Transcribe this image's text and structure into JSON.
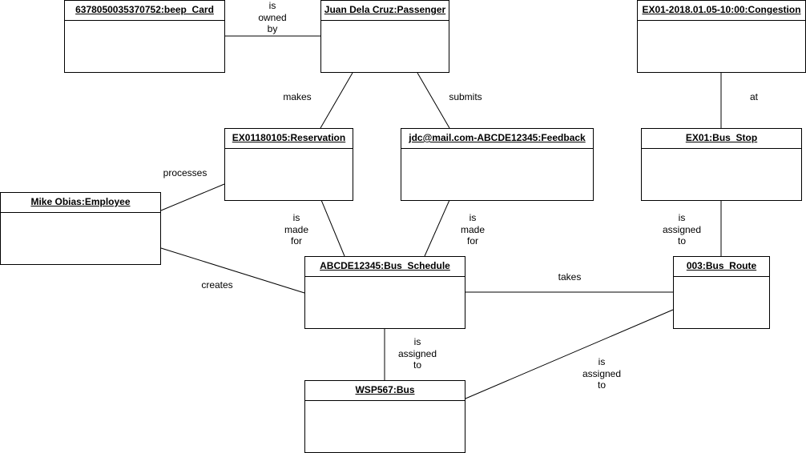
{
  "objects": {
    "beep_card": "6378050035370752:beep_Card",
    "passenger": "Juan Dela Cruz:Passenger",
    "congestion": "EX01-2018.01.05-10:00:Congestion",
    "reservation": "EX01180105:Reservation",
    "feedback": "jdc@mail.com-ABCDE12345:Feedback",
    "bus_stop": "EX01:Bus_Stop",
    "employee": "Mike Obias:Employee",
    "bus_schedule": "ABCDE12345:Bus_Schedule",
    "bus_route": "003:Bus_Route",
    "bus": "WSP567:Bus"
  },
  "associations": {
    "is_owned_by": [
      "is",
      "owned",
      "by"
    ],
    "makes": [
      "makes"
    ],
    "submits": [
      "submits"
    ],
    "at": [
      "at"
    ],
    "processes": [
      "processes"
    ],
    "reservation_is_made_for": [
      "is",
      "made",
      "for"
    ],
    "feedback_is_made_for": [
      "is",
      "made",
      "for"
    ],
    "stop_is_assigned_to": [
      "is",
      "assigned",
      "to"
    ],
    "creates": [
      "creates"
    ],
    "takes": [
      "takes"
    ],
    "bus_is_assigned_to_schedule": [
      "is",
      "assigned",
      "to"
    ],
    "bus_is_assigned_to_route": [
      "is",
      "assigned",
      "to"
    ]
  }
}
